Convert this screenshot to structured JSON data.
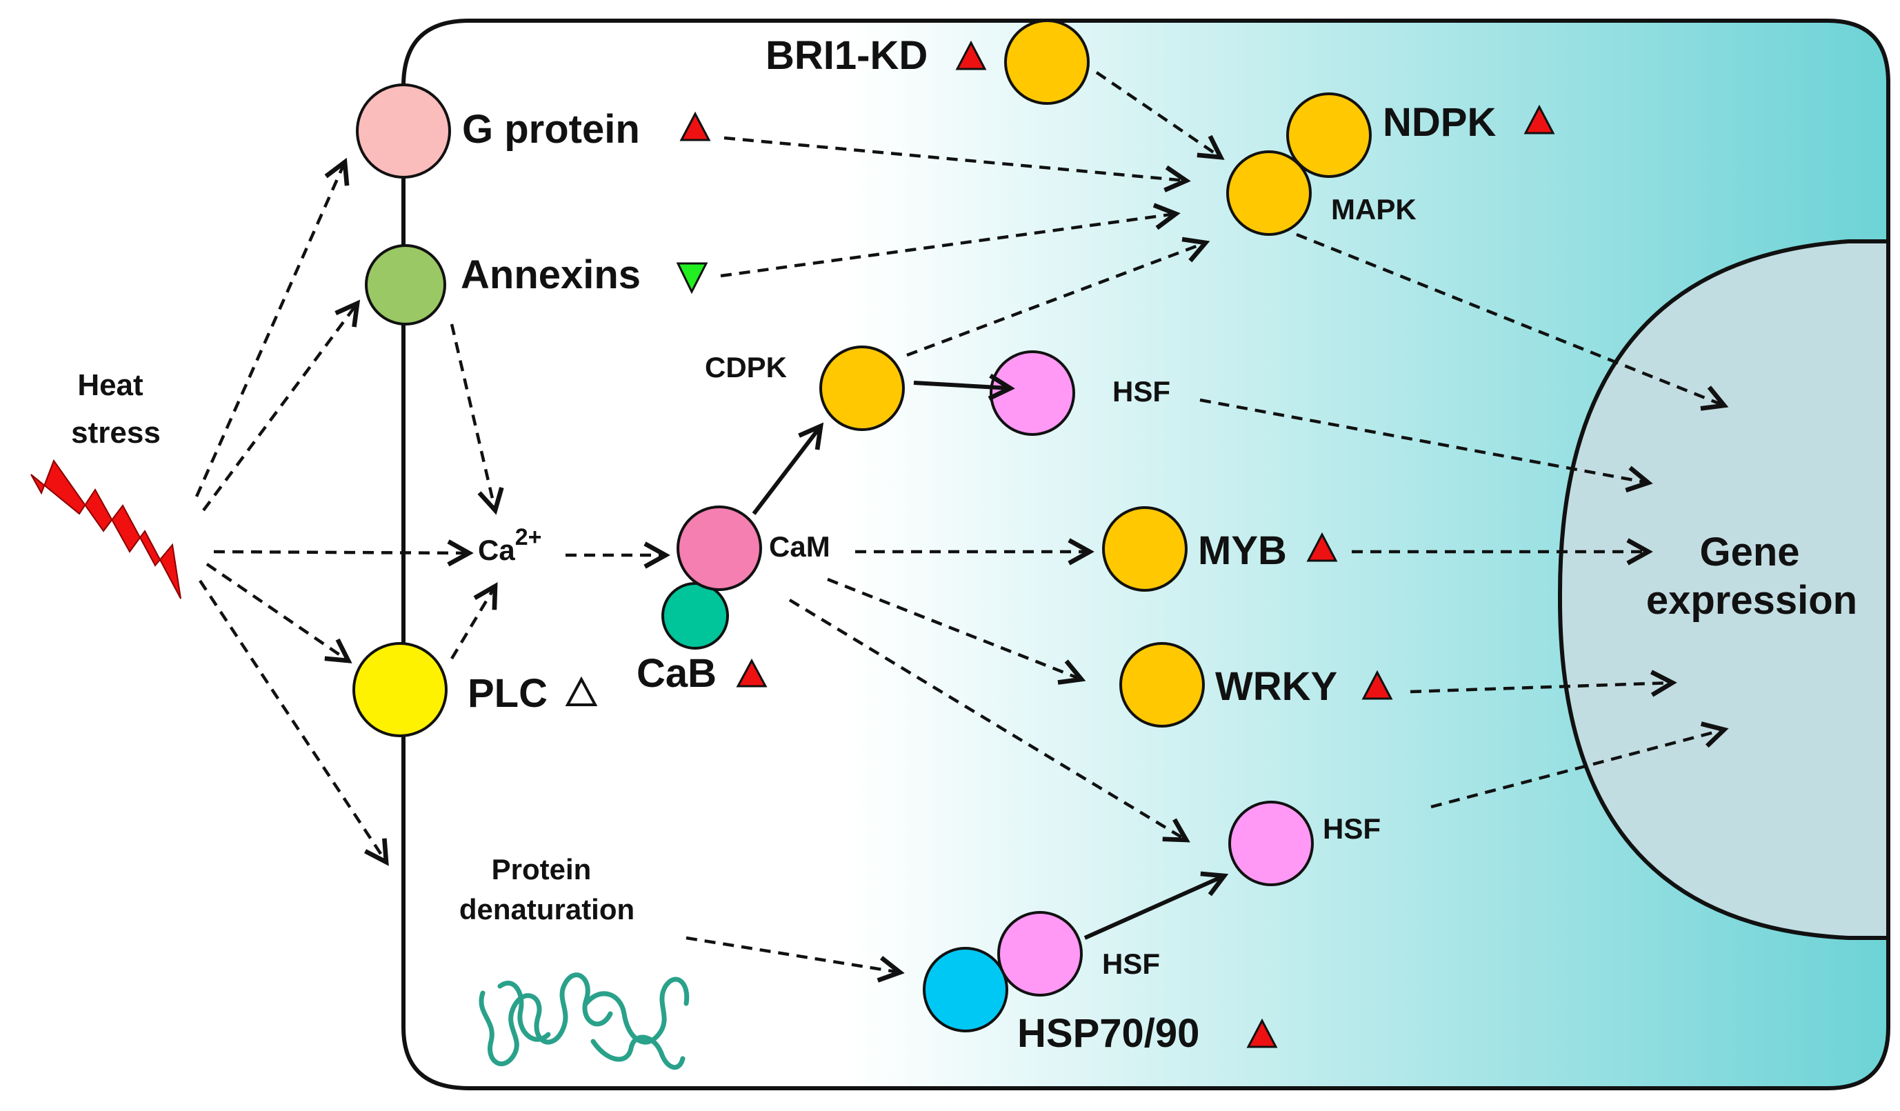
{
  "colors": {
    "g_protein": "#fbbcbc",
    "annexins": "#9ac864",
    "plc": "#fff200",
    "cam": "#f47fb0",
    "cab": "#00c49a",
    "kinase": "#ffc800",
    "hsf": "#ff99f5",
    "hsp": "#00c8f5",
    "triangle_up": "#ee1111",
    "triangle_down": "#22ee22",
    "nucleus": "#c2dde2",
    "cell_gradient_end": "#6dd3d6",
    "protein_ribbon": "#2aa18a",
    "lightning": "#f01010"
  },
  "labels": {
    "heat_stress": [
      "Heat",
      "stress"
    ],
    "g_protein": "G protein",
    "annexins": "Annexins",
    "plc": "PLC",
    "calcium_base": "Ca",
    "calcium_sup": "2+",
    "cam": "CaM",
    "cab": "CaB",
    "cdpk": "CDPK",
    "hsf_top": "HSF",
    "hsf_bottom": "HSF",
    "hsf_complex": "HSF",
    "bri1": "BRI1-KD",
    "ndpk": "NDPK",
    "mapk": "MAPK",
    "myb": "MYB",
    "wrky": "WRKY",
    "hsp": "HSP70/90",
    "protein_denaturation": [
      "Protein",
      "denaturation"
    ],
    "gene_expression": [
      "Gene",
      "expression"
    ]
  },
  "regulation": {
    "g_protein": "up",
    "annexins": "down",
    "plc": "up-open",
    "cab": "up",
    "bri1": "up",
    "ndpk": "up",
    "myb": "up",
    "wrky": "up",
    "hsp": "up"
  }
}
